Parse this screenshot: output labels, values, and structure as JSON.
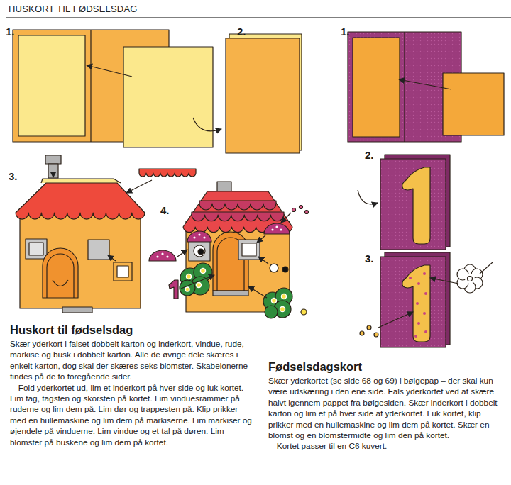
{
  "diagram": {
    "title": "HUSKORT TIL FØDSELSDAG",
    "labels": [
      "1.",
      "2.",
      "1.",
      "3.",
      "2.",
      "4.",
      "3.",
      "Huskort til fødselsdag",
      "Skær yderkort i falset dobbelt karton og inderkort, vindue, rude, markise og busk i dobbelt karton. Alle de øvrige dele skæres i enkelt karton, dog skal der skæres seks blomster. Skabelonerne findes på de to foregående sider.",
      "Fold yderkortet ud, lim et inderkort på hver side og luk kortet. Lim tag, tagsten og skorsten på kortet. Lim vinduesrammer på ruderne og lim dem på. Lim dør og trappesten på. Klip prikker med en hullemaskine og lim dem på markiserne. Lim markiser og øjendele på vinduerne. Lim vindue og et tal på døren. Lim blomster på buskene og lim dem på kortet.",
      "Fødselsdagskort",
      "Skær yderkortet (se side 68 og 69) i bølgepap – der skal kun være udskæring i den ene side. Fals yderkortet ved at skære halvt igennem pappet fra bølgesiden. Skær inderkort i dobbelt karton og lim et på hver side af yderkortet. Luk kortet, klip prikker med en hullemaskine og lim dem på kortet. Skær en blomst og en blomstermidte og lim den på kortet.",
      "Kortet passer til en C6 kuvert."
    ]
  }
}
